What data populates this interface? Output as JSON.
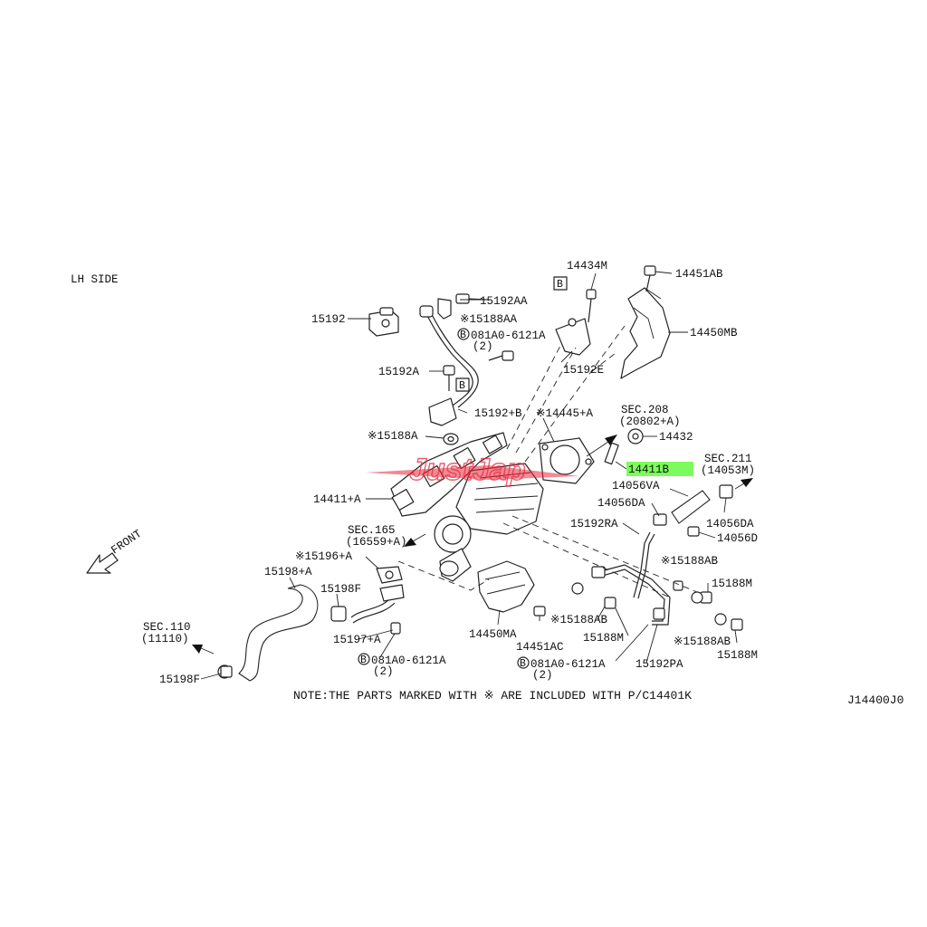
{
  "diagram": {
    "side_label": "LH SIDE",
    "front_label": "FRONT",
    "drawing_code": "J14400J0",
    "note": "NOTE:THE PARTS MARKED WITH ※ ARE INCLUDED WITH P/C14401K",
    "watermark": "JustJap",
    "highlight_color": "#7CFC5C",
    "watermark_color": "#e8283c",
    "labels": {
      "p14434M": "14434M",
      "p14451AB": "14451AB",
      "p15192AA": "15192AA",
      "p15192": "15192",
      "p15188AA": "※15188AA",
      "p081A0_1": "081A0-6121A",
      "p081A0_1q": "(2)",
      "p14450MB": "14450MB",
      "p15192A": "15192A",
      "p15192E": "15192E",
      "p15192B": "15192+B",
      "p14445A": "※14445+A",
      "sec208": "SEC.208",
      "sec208ref": "(20802+A)",
      "p14432": "14432",
      "p15188A": "※15188A",
      "p14411B": "14411B",
      "sec211": "SEC.211",
      "sec211ref": "(14053M)",
      "p14056VA": "14056VA",
      "p14411A": "14411+A",
      "p14056DA": "14056DA",
      "p14056DA2": "14056DA",
      "p14056D": "14056D",
      "p15192RA": "15192RA",
      "sec165": "SEC.165",
      "sec165ref": "(16559+A)",
      "p15196A": "※15196+A",
      "p15188AB_1": "※15188AB",
      "p15198A": "15198+A",
      "p15198F_1": "15198F",
      "p15188M_1": "15188M",
      "sec110": "SEC.110",
      "sec110ref": "(11110)",
      "p15188AB_2": "※15188AB",
      "p14450MA": "14450MA",
      "p15197A": "15197+A",
      "p15188M_2": "15188M",
      "p15188AB_3": "※15188AB",
      "p14451AC": "14451AC",
      "p15188M_3": "15188M",
      "p081A0_2": "081A0-6121A",
      "p081A0_2q": "(2)",
      "p081A0_3": "081A0-6121A",
      "p081A0_3q": "(2)",
      "p15192PA": "15192PA",
      "p15198F_2": "15198F",
      "ref_b_1": "B",
      "ref_b_2": "B",
      "bolt_b_1": "B",
      "bolt_b_2": "B",
      "bolt_b_3": "B"
    }
  }
}
